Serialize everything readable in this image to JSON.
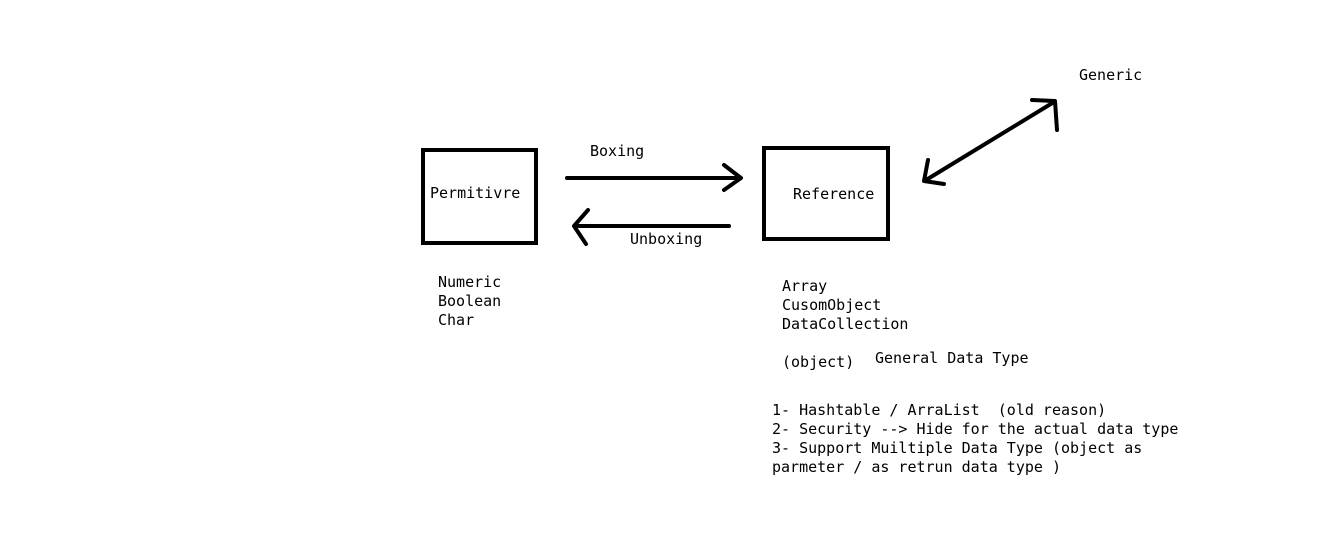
{
  "boxes": {
    "primitive": "Permitivre",
    "reference": "Reference"
  },
  "arrows": {
    "boxing": "Boxing",
    "unboxing": "Unboxing"
  },
  "generic_label": "Generic",
  "primitive_types": [
    "Numeric",
    "Boolean",
    "Char"
  ],
  "reference_types": [
    "Array",
    "CusomObject",
    "DataCollection"
  ],
  "object_note": {
    "keyword": "(object)",
    "label": "General Data Type"
  },
  "reasons": [
    "1- Hashtable / ArraList  (old reason)",
    "2- Security --> Hide for the actual data type",
    "3- Support Muiltiple Data Type (object as",
    "parmeter / as retrun data type )"
  ],
  "colors": {
    "ink": "#000000",
    "background": "#ffffff"
  }
}
